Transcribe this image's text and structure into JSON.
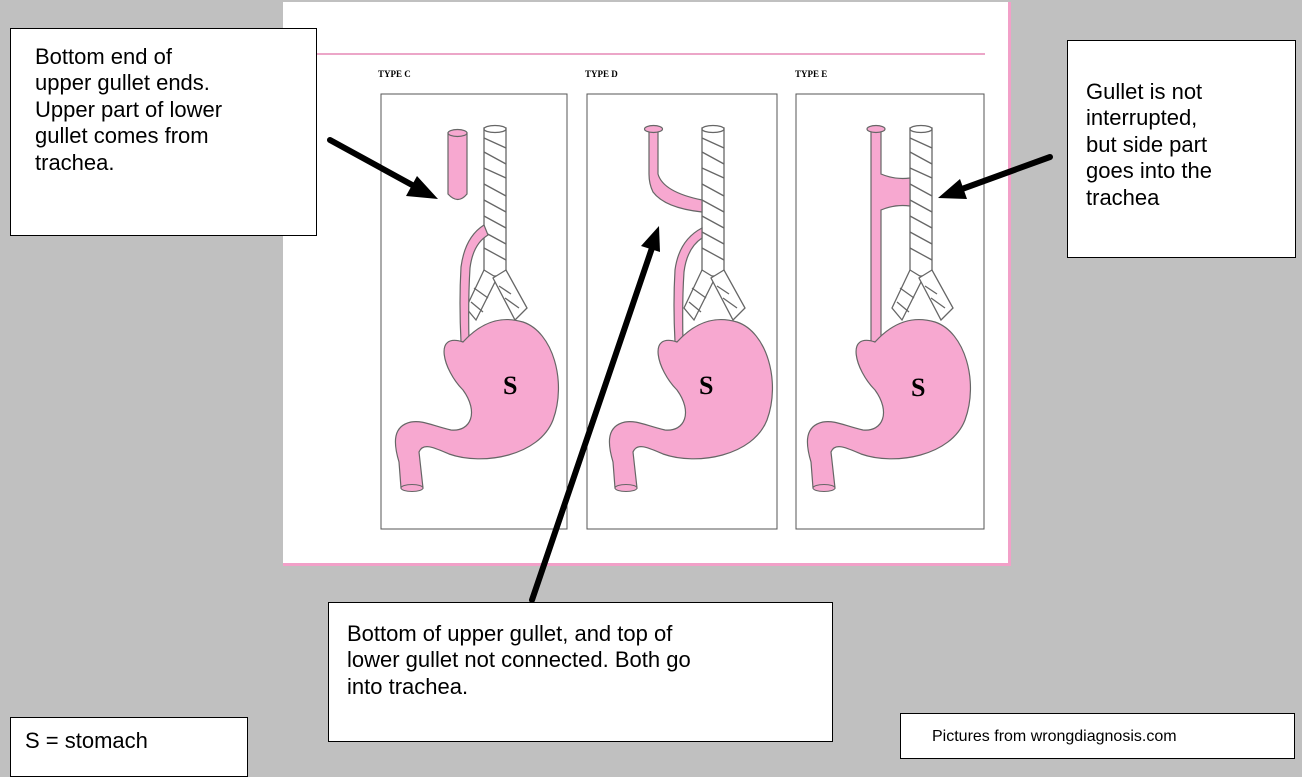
{
  "colors": {
    "background": "#c0c0c0",
    "panel": "#ffffff",
    "pink_border": "#f2a0c8",
    "organ_pink": "#f7a8d0",
    "arrow": "#000000"
  },
  "figure": {
    "panels": [
      {
        "type_label": "TYPE C",
        "stomach_label": "S"
      },
      {
        "type_label": "TYPE D",
        "stomach_label": "S"
      },
      {
        "type_label": "TYPE E",
        "stomach_label": "S"
      }
    ]
  },
  "callouts": {
    "type_c": {
      "lines": [
        "Bottom end of",
        "upper gullet ends.",
        "Upper part of lower",
        "gullet comes from",
        "trachea."
      ]
    },
    "type_e": {
      "lines": [
        "Gullet is not",
        "interrupted,",
        "but side part",
        "goes into the",
        "trachea"
      ]
    },
    "type_d": {
      "lines": [
        "Bottom of upper gullet, and top of",
        "lower gullet not connected. Both go",
        "into trachea."
      ]
    }
  },
  "legend": {
    "text": "S = stomach"
  },
  "credit": {
    "text": "Pictures from wrongdiagnosis.com"
  }
}
